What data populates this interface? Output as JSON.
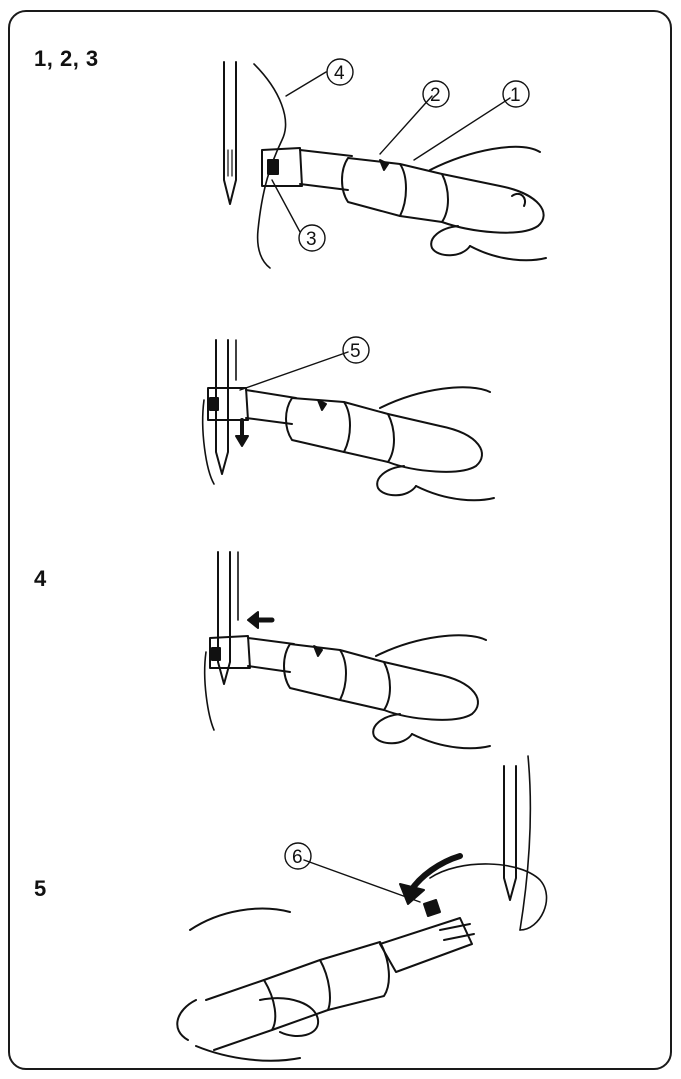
{
  "steps": [
    {
      "label": "1, 2, 3"
    },
    {
      "label": "4"
    },
    {
      "label": "5"
    }
  ],
  "callouts": [
    "1",
    "2",
    "3",
    "4",
    "5",
    "6"
  ],
  "colors": {
    "ink": "#111111",
    "paper": "#ffffff"
  }
}
